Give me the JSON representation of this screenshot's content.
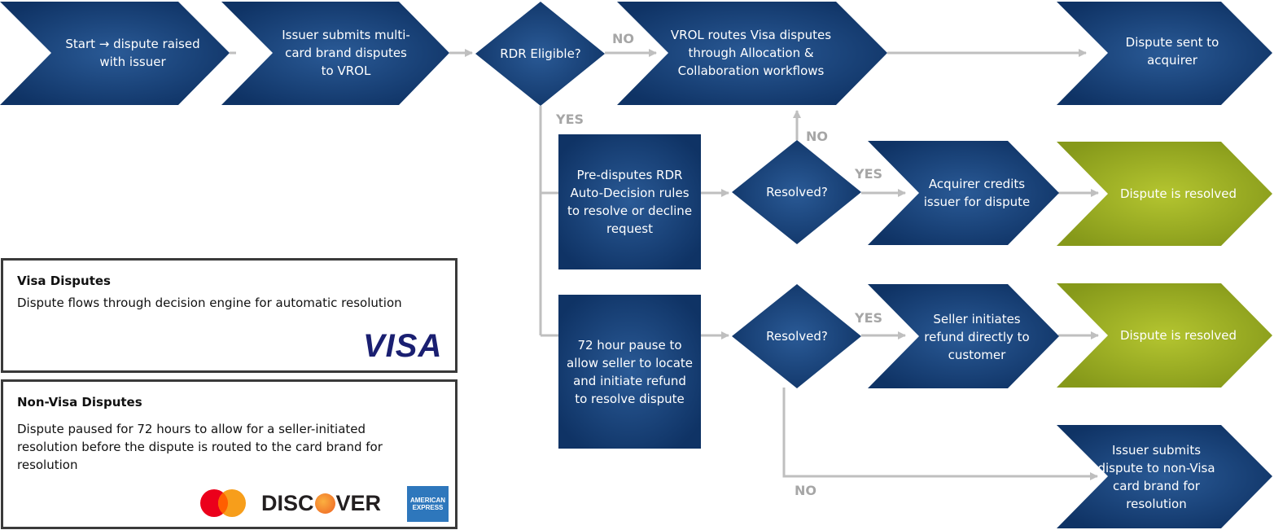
{
  "nodes": {
    "start": "Start → dispute raised with issuer",
    "issuer_submits": "Issuer submits multi-card brand disputes to VROL",
    "rdr_eligible": "RDR Eligible?",
    "vrol_routes": "VROL routes Visa disputes through Allocation & Collaboration workflows",
    "sent_to_acquirer": "Dispute sent to acquirer",
    "pre_disputes": "Pre-disputes RDR Auto-Decision rules to resolve or decline request",
    "resolved_1": "Resolved?",
    "acquirer_credits": "Acquirer credits issuer for dispute",
    "dispute_resolved_1": "Dispute is resolved",
    "pause_72": "72 hour pause to allow seller to locate and initiate refund to resolve dispute",
    "resolved_2": "Resolved?",
    "seller_refund": "Seller initiates refund directly to customer",
    "dispute_resolved_2": "Dispute is resolved",
    "non_visa": "Issuer submits dispute to non-Visa card brand for resolution"
  },
  "edge_labels": {
    "no_rdr": "NO",
    "yes_rdr": "YES",
    "no_resolved_1": "NO",
    "yes_resolved_1": "YES",
    "yes_resolved_2": "YES",
    "no_resolved_2": "NO"
  },
  "legend": {
    "visa": {
      "title": "Visa Disputes",
      "description": "Dispute flows through decision engine for automatic resolution",
      "logo": "VISA"
    },
    "non_visa": {
      "title": "Non-Visa Disputes",
      "description": "Dispute paused for 72 hours to allow for a seller-initiated resolution before the dispute is routed to the card brand for resolution",
      "discover_pre": "DISC",
      "discover_post": "VER",
      "amex_line1": "AMERICAN",
      "amex_line2": "EXPRESS"
    }
  },
  "colors": {
    "navy": "#123a6e",
    "navy_light": "#2a5a96",
    "green": "#8fa31c",
    "green_light": "#b0c22e",
    "arrow": "#bfbfbf",
    "label": "#a6a6a6"
  },
  "icons": [
    "mastercard-logo-icon",
    "discover-logo-icon",
    "amex-logo-icon",
    "visa-logo-icon"
  ]
}
